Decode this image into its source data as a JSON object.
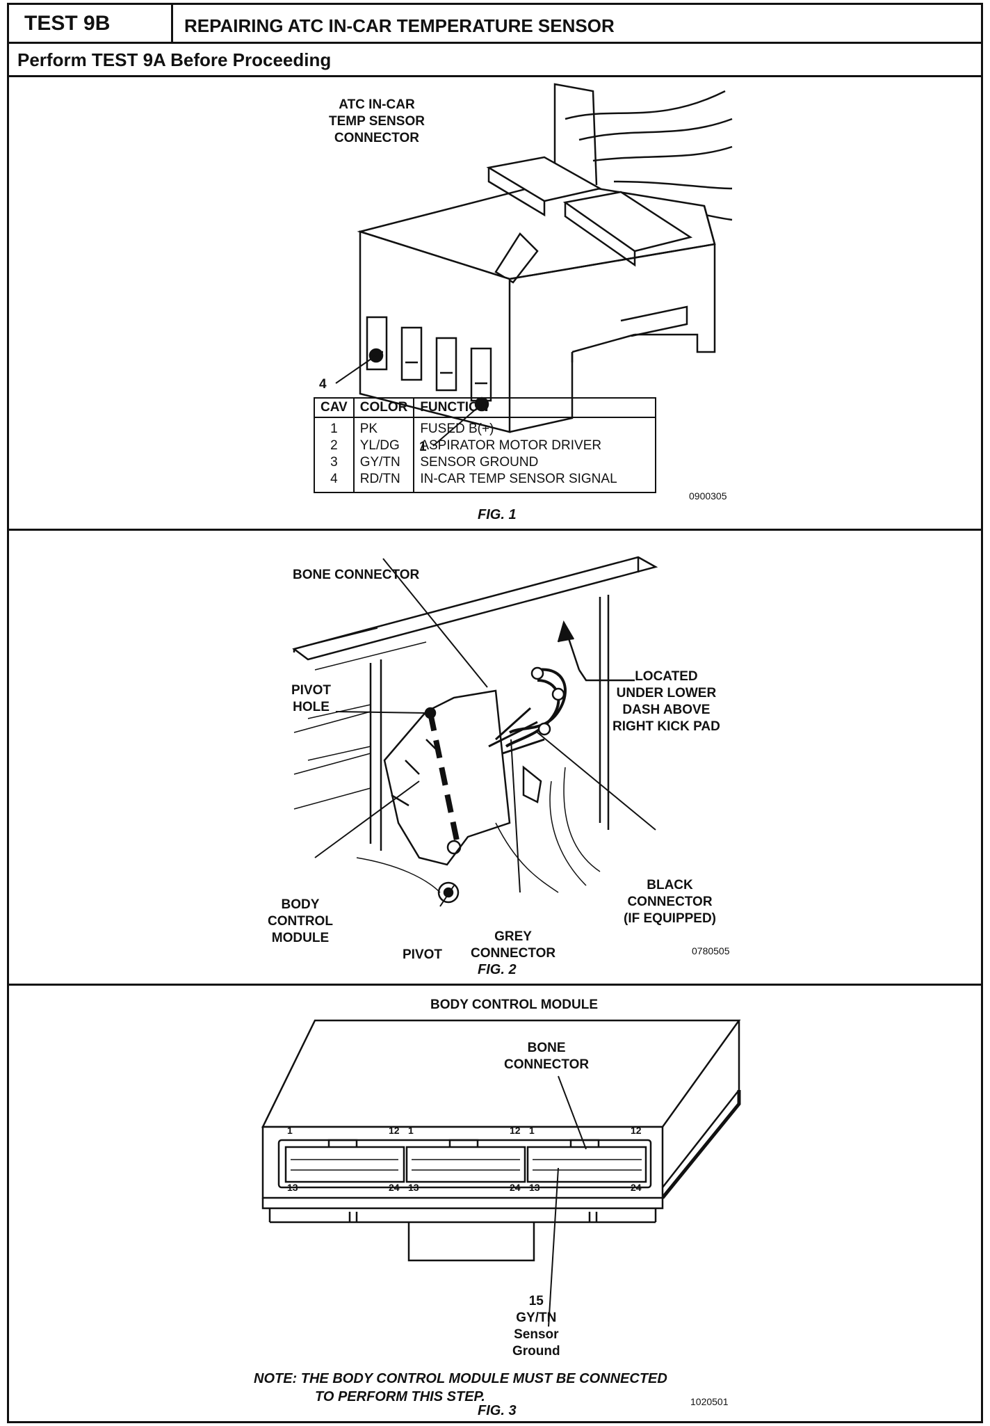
{
  "header": {
    "test": "TEST 9B",
    "title": "REPAIRING ATC IN-CAR TEMPERATURE SENSOR"
  },
  "subheader": "Perform TEST 9A Before Proceeding",
  "fig1": {
    "label": "ATC IN-CAR\nTEMP SENSOR\nCONNECTOR",
    "pin4": "4",
    "pin1": "1",
    "table": {
      "headers": [
        "CAV",
        "COLOR",
        "FUNCTION"
      ],
      "rows": [
        [
          "1",
          "PK",
          "FUSED B(+)"
        ],
        [
          "2",
          "YL/DG",
          "ASPIRATOR MOTOR DRIVER"
        ],
        [
          "3",
          "GY/TN",
          "SENSOR GROUND"
        ],
        [
          "4",
          "RD/TN",
          "IN-CAR TEMP SENSOR SIGNAL"
        ]
      ]
    },
    "code": "0900305",
    "caption": "FIG. 1"
  },
  "fig2": {
    "bone": "BONE CONNECTOR",
    "pivot_hole": "PIVOT\nHOLE",
    "located": "LOCATED\nUNDER LOWER\nDASH ABOVE\nRIGHT KICK PAD",
    "black": "BLACK\nCONNECTOR\n(IF EQUIPPED)",
    "bcm": "BODY\nCONTROL\nMODULE",
    "pivot": "PIVOT",
    "grey": "GREY\nCONNECTOR",
    "code": "0780505",
    "caption": "FIG. 2"
  },
  "fig3": {
    "title": "BODY CONTROL MODULE",
    "bone": "BONE\nCONNECTOR",
    "pins_top": [
      "1",
      "12",
      "1",
      "12",
      "1",
      "12"
    ],
    "pins_bottom": [
      "13",
      "24",
      "13",
      "24",
      "13",
      "24"
    ],
    "pin_callout": "15\nGY/TN\nSensor\nGround",
    "note_line1": "NOTE:  THE BODY CONTROL MODULE MUST BE CONNECTED",
    "note_line2": "TO PERFORM THIS STEP.",
    "code": "1020501",
    "caption": "FIG. 3"
  }
}
